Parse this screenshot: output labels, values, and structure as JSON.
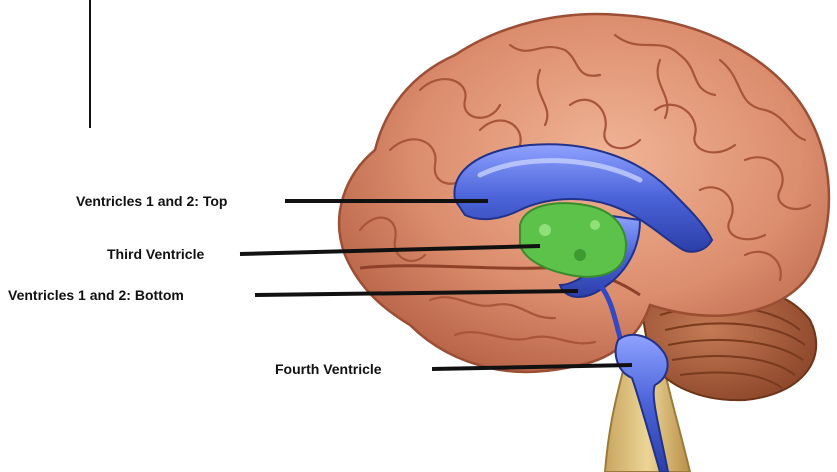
{
  "labels": {
    "top": "Ventricles 1 and 2: Top",
    "third": "Third Ventricle",
    "bottom": "Ventricles 1 and 2: Bottom",
    "fourth": "Fourth Ventricle"
  },
  "colors": {
    "cerebrum": "#d98b6b",
    "cerebrum_shadow": "#b35f45",
    "cerebellum": "#a85a3a",
    "brainstem": "#e0c27a",
    "ventricle_blue": "#4a63d8",
    "ventricle_highlight": "#9fb0ff",
    "third_ventricle": "#5cc24a",
    "leader_line": "#111111"
  }
}
